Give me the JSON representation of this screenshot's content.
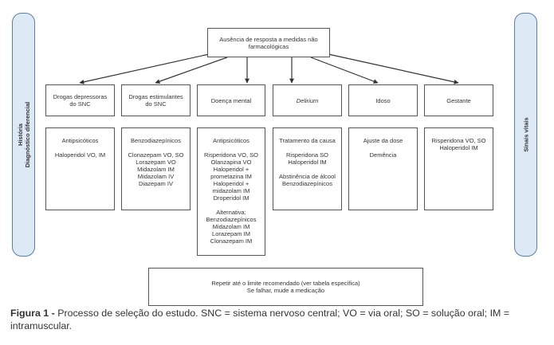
{
  "side_left": {
    "line1": "História",
    "line2": "Diagnóstico diferencial"
  },
  "side_right": {
    "label": "Sinais vitais"
  },
  "top_box": {
    "line1": "Ausência de resposta a medidas não",
    "line2": "farmacológicas"
  },
  "columns": [
    {
      "id": "depressoras",
      "header_lines": [
        "Drogas depressoras",
        "do SNC"
      ],
      "header_italic": false,
      "detail_lines": [
        "Antipsicóticos",
        "",
        "Haloperidol VO, IM"
      ]
    },
    {
      "id": "estimulantes",
      "header_lines": [
        "Drogas estimulantes",
        "do SNC"
      ],
      "header_italic": false,
      "detail_lines": [
        "Benzodiazepínicos",
        "",
        "Clonazepam VO, SO",
        "Lorazepam VO",
        "Midazolam IM",
        "Midazolam IV",
        "Diazepam IV"
      ]
    },
    {
      "id": "doenca-mental",
      "header_lines": [
        "Doença mental"
      ],
      "header_italic": false,
      "detail_lines": [
        "Antipsicóticos",
        "",
        "Risperidona VO, SO",
        "Olanzapina VO",
        "Haloperidol +",
        "prometazina IM",
        "Haloperidol +",
        "midazolam IM",
        "Droperidol IM",
        "",
        "Alternativa:",
        "Benzodiazepínicos",
        "Midazolam IM",
        "Lorazepam IM",
        "Clonazepam IM"
      ]
    },
    {
      "id": "delirium",
      "header_lines": [
        "Delirium"
      ],
      "header_italic": true,
      "detail_lines": [
        "Tratamento da causa",
        "",
        "Risperidona SO",
        "Haloperidol IM",
        "",
        "Abstinência de álcool",
        "Benzodiazepínicos"
      ]
    },
    {
      "id": "idoso",
      "header_lines": [
        "Idoso"
      ],
      "header_italic": false,
      "detail_lines": [
        "Ajuste da dose",
        "",
        "Demência"
      ]
    },
    {
      "id": "gestante",
      "header_lines": [
        "Gestante"
      ],
      "header_italic": false,
      "detail_lines": [
        "Risperidona VO, SO",
        "Haloperidol IM"
      ]
    }
  ],
  "bottom_box": {
    "line1": "Repetir até o limite recomendado (ver tabela específica)",
    "line2": "Se falhar, mude a medicação"
  },
  "caption": {
    "label": "Figura 1 -",
    "text": " Processo de seleção do estudo. SNC = sistema nervoso central; VO = via oral; SO = solução oral; IM = intramuscular."
  }
}
